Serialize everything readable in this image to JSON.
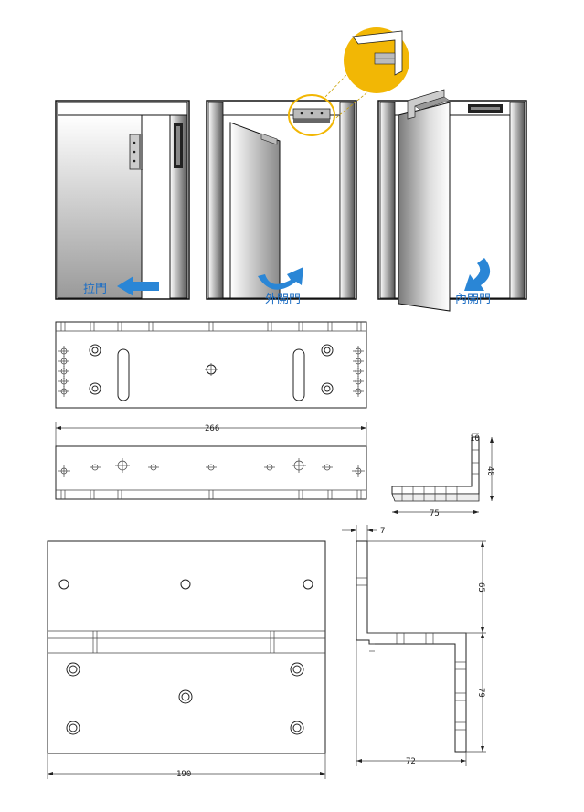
{
  "labels": {
    "pull_door": "拉門",
    "outward_door": "外開門",
    "inward_door": "內開門"
  },
  "dimensions": {
    "plate_length": "266",
    "small_l_height": "48",
    "small_l_width": "75",
    "small_l_top": "10",
    "big_thickness": "7",
    "big_upper_height": "65",
    "big_lower_height": "79",
    "big_depth": "72",
    "big_width": "190"
  },
  "colors": {
    "arrow_blue": "#2a86d6",
    "label_blue": "#1f6fc4",
    "zoom_yellow": "#f2b705",
    "frame_dark": "#111111"
  },
  "icons": [
    "left-arrow-icon",
    "outward-curve-arrow-icon",
    "inward-curve-arrow-icon",
    "zoom-magnifier-icon"
  ]
}
